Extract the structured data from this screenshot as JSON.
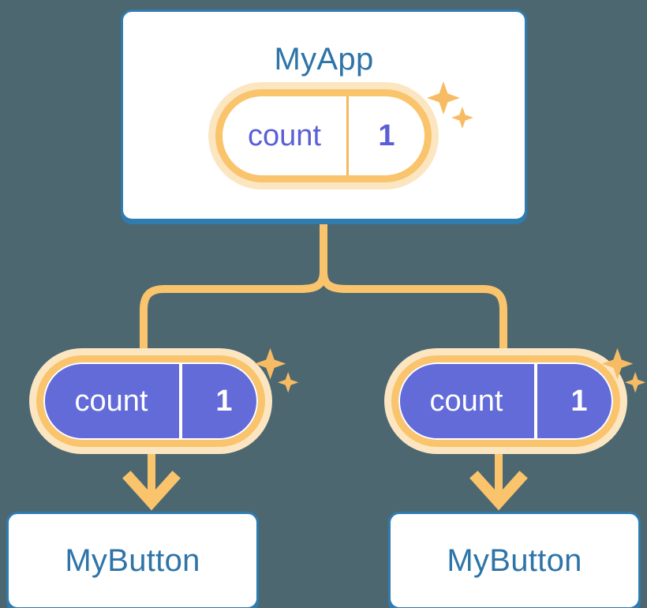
{
  "background_color": "#4d6771",
  "palette": {
    "card_border": "#2f7cb0",
    "card_background": "#ffffff",
    "title_text": "#2e74a8",
    "pill_ring": "#f9c46c",
    "pill_halo": "#fce6c2",
    "pill_fill": "#626bd8",
    "pill_outline_text": "#5a5fd6",
    "pill_filled_text": "#ffffff",
    "connector": "#f9c46c"
  },
  "app": {
    "title": "MyApp",
    "state_pill": {
      "name": "count",
      "value": "1",
      "style": "outline",
      "sparkle_icon": "sparkles-icon"
    }
  },
  "children": [
    {
      "id": "left",
      "state_pill": {
        "name": "count",
        "value": "1",
        "style": "filled",
        "sparkle_icon": "sparkles-icon"
      },
      "label": "MyButton",
      "arrow_icon": "arrow-down-icon"
    },
    {
      "id": "right",
      "state_pill": {
        "name": "count",
        "value": "1",
        "style": "filled",
        "sparkle_icon": "sparkles-icon"
      },
      "label": "MyButton",
      "arrow_icon": "arrow-down-icon"
    }
  ],
  "connector": {
    "type": "tree-split",
    "icon": "tree-branch-icon"
  }
}
